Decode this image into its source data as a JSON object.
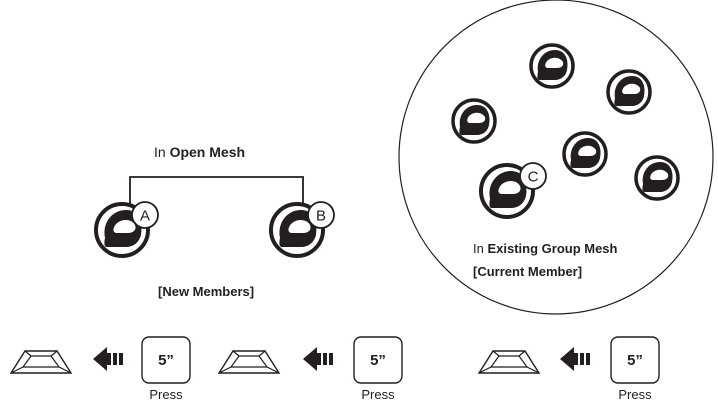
{
  "open_mesh": {
    "prefix": "In ",
    "name": "Open Mesh",
    "caption": "[New Members]"
  },
  "existing_group": {
    "prefix": "In ",
    "name": "Existing Group Mesh",
    "caption": "[Current Member]"
  },
  "members": {
    "a": "A",
    "b": "B",
    "c": "C"
  },
  "steps": [
    {
      "button": "5”",
      "action": "Press"
    },
    {
      "button": "5”",
      "action": "Press"
    },
    {
      "button": "5”",
      "action": "Press"
    }
  ],
  "icons": [
    "helmet-icon",
    "arrow-left-icon",
    "device-icon",
    "button-icon"
  ],
  "colors": {
    "ink": "#231f20",
    "background": "#ffffff"
  }
}
